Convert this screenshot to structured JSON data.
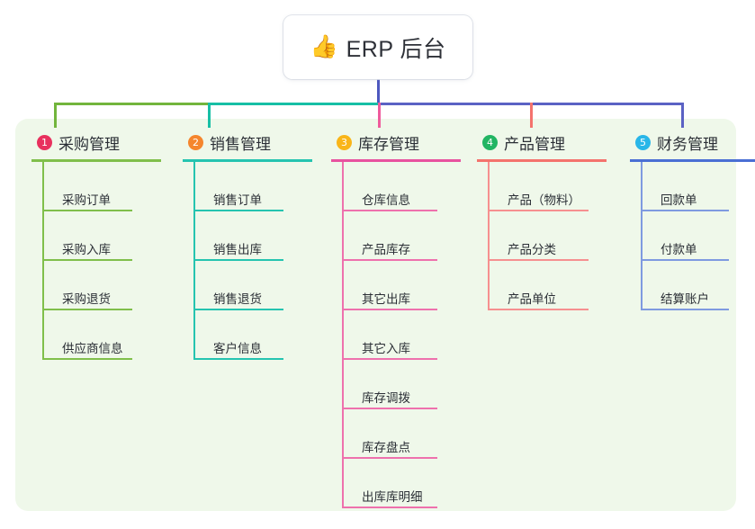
{
  "root": {
    "icon": "thumbs-up-icon",
    "emoji": "👍",
    "title": "ERP 后台"
  },
  "palette": {
    "panel_background": "#eff8ea",
    "canvas_background": "#ffffff",
    "root_stem": "#4e58bf",
    "bus_green": "#72b53c",
    "bus_teal": "#17bfa5",
    "bus_blue": "#5b62c4"
  },
  "columns": [
    {
      "number": "1",
      "title": "采购管理",
      "badge_color": "#e8315e",
      "rule_color": "#80bf4b",
      "line_color": "#80bf4b",
      "items": [
        "采购订单",
        "采购入库",
        "采购退货",
        "供应商信息"
      ]
    },
    {
      "number": "2",
      "title": "销售管理",
      "badge_color": "#f5862e",
      "rule_color": "#25c4b0",
      "line_color": "#25c4b0",
      "items": [
        "销售订单",
        "销售出库",
        "销售退货",
        "客户信息"
      ]
    },
    {
      "number": "3",
      "title": "库存管理",
      "badge_color": "#f9b519",
      "rule_color": "#e8529f",
      "line_color": "#ee71ad",
      "items": [
        "仓库信息",
        "产品库存",
        "其它出库",
        "其它入库",
        "库存调拨",
        "库存盘点",
        "出库库明细"
      ]
    },
    {
      "number": "4",
      "title": "产品管理",
      "badge_color": "#22b563",
      "rule_color": "#f4736d",
      "line_color": "#f69090",
      "items": [
        "产品（物料）",
        "产品分类",
        "产品单位"
      ]
    },
    {
      "number": "5",
      "title": "财务管理",
      "badge_color": "#29b6e8",
      "rule_color": "#4a6fd4",
      "line_color": "#7f9ae0",
      "items": [
        "回款单",
        "付款单",
        "结算账户"
      ]
    }
  ]
}
